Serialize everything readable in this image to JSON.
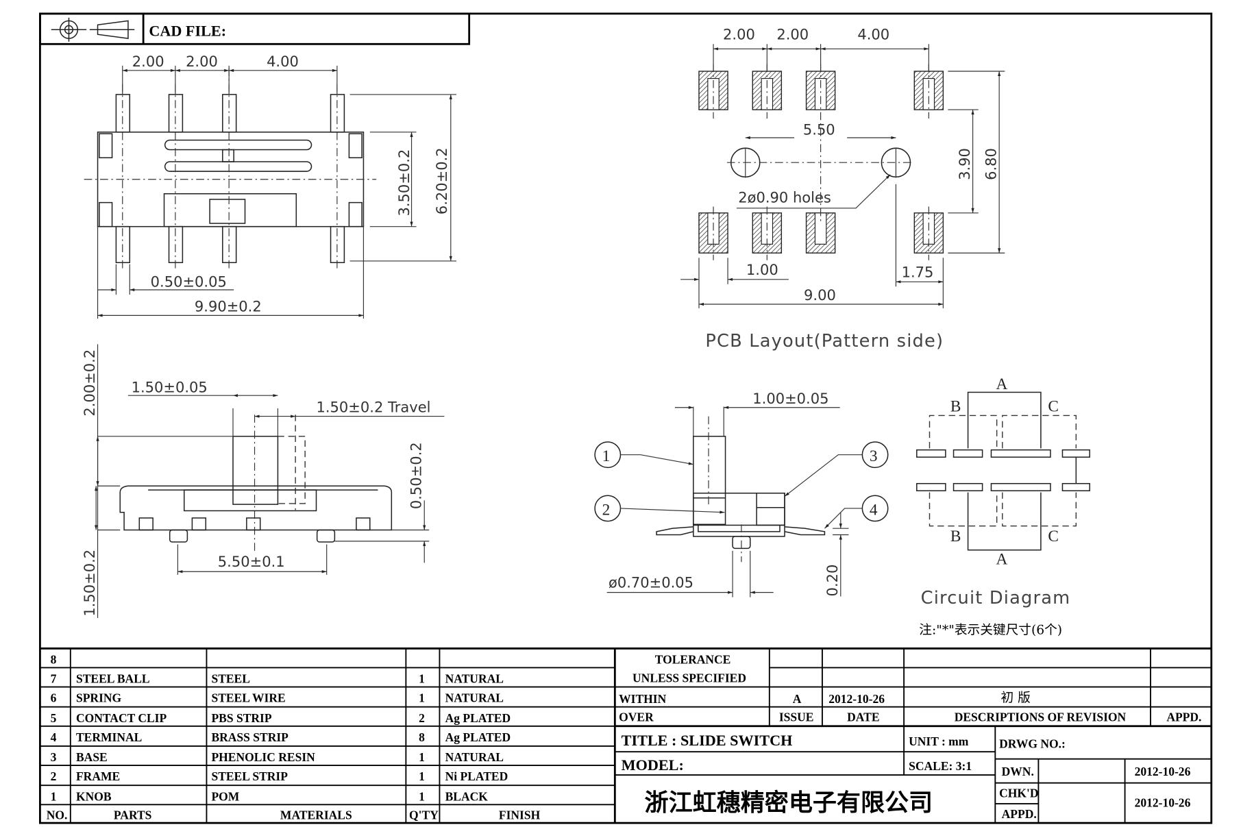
{
  "header": {
    "cad_file_label": "CAD FILE:",
    "projection_symbol": "first-angle-projection-icon"
  },
  "top_view": {
    "pitch_dims": [
      "2.00",
      "2.00",
      "4.00"
    ],
    "height_inner": "3.50±0.2",
    "height_outer": "6.20±0.2",
    "pin_width": "0.50±0.05",
    "body_length": "9.90±0.2"
  },
  "pcb_layout": {
    "pitch_dims": [
      "2.00",
      "2.00",
      "4.00"
    ],
    "hole_spacing": "5.50",
    "holes_label": "2ø0.90  holes",
    "pad_width": "1.00",
    "total_width": "9.00",
    "pad_offset": "1.75",
    "inner_height": "3.90",
    "outer_height": "6.80",
    "caption": "PCB  Layout(Pattern  side)"
  },
  "side_view": {
    "knob_height": "2.00±0.2",
    "knob_width": "1.50±0.05",
    "travel": "1.50±0.2  Travel",
    "standoff": "0.50±0.2",
    "body_height": "1.50±0.2",
    "peg_spacing": "5.50±0.1"
  },
  "section_view": {
    "knob_thickness": "1.00±0.05",
    "peg_diameter": "ø0.70±0.05",
    "lead_thickness": "0.20",
    "balloons": [
      "1",
      "2",
      "3",
      "4"
    ]
  },
  "circuit": {
    "labels_top": [
      "A",
      "B",
      "C"
    ],
    "labels_bottom": [
      "B",
      "C",
      "A"
    ],
    "caption": "Circuit  Diagram",
    "note": "注:\"*\"表示关键尺寸(6个)"
  },
  "bom": {
    "headers": {
      "no": "NO.",
      "parts": "PARTS",
      "materials": "MATERIALS",
      "qty": "Q'TY",
      "finish": "FINISH"
    },
    "rows": [
      {
        "no": "8",
        "part": "",
        "material": "",
        "qty": "",
        "finish": ""
      },
      {
        "no": "7",
        "part": "STEEL BALL",
        "material": "STEEL",
        "qty": "1",
        "finish": "NATURAL"
      },
      {
        "no": "6",
        "part": "SPRING",
        "material": "STEEL WIRE",
        "qty": "1",
        "finish": "NATURAL"
      },
      {
        "no": "5",
        "part": "CONTACT CLIP",
        "material": "PBS STRIP",
        "qty": "2",
        "finish": "Ag PLATED"
      },
      {
        "no": "4",
        "part": "TERMINAL",
        "material": "BRASS STRIP",
        "qty": "8",
        "finish": "Ag PLATED"
      },
      {
        "no": "3",
        "part": "BASE",
        "material": "PHENOLIC RESIN",
        "qty": "1",
        "finish": "NATURAL"
      },
      {
        "no": "2",
        "part": "FRAME",
        "material": "STEEL STRIP",
        "qty": "1",
        "finish": "Ni PLATED"
      },
      {
        "no": "1",
        "part": "KNOB",
        "material": "POM",
        "qty": "1",
        "finish": "BLACK"
      }
    ]
  },
  "title_block": {
    "tolerance": "TOLERANCE",
    "unless_specified": "UNLESS   SPECIFIED",
    "within": "WITHIN",
    "over": "OVER",
    "issue_value": "A",
    "date_value": "2012-10-26",
    "revision_desc": "初  版",
    "issue_label": "ISSUE",
    "date_label": "DATE",
    "desc_label": "DESCRIPTIONS  OF  REVISION",
    "appd_label": "APPD.",
    "title": "TITLE :  SLIDE  SWITCH",
    "model": "MODEL:",
    "unit": "UNIT :   mm",
    "scale": "SCALE:   3:1",
    "drwg_no": "DRWG  NO.:",
    "dwn_label": "DWN.",
    "dwn_date": "2012-10-26",
    "chkd_label": "CHK'D",
    "appd2_label": "APPD.",
    "chk_date": "2012-10-26",
    "company": "浙江虹穗精密电子有限公司"
  }
}
